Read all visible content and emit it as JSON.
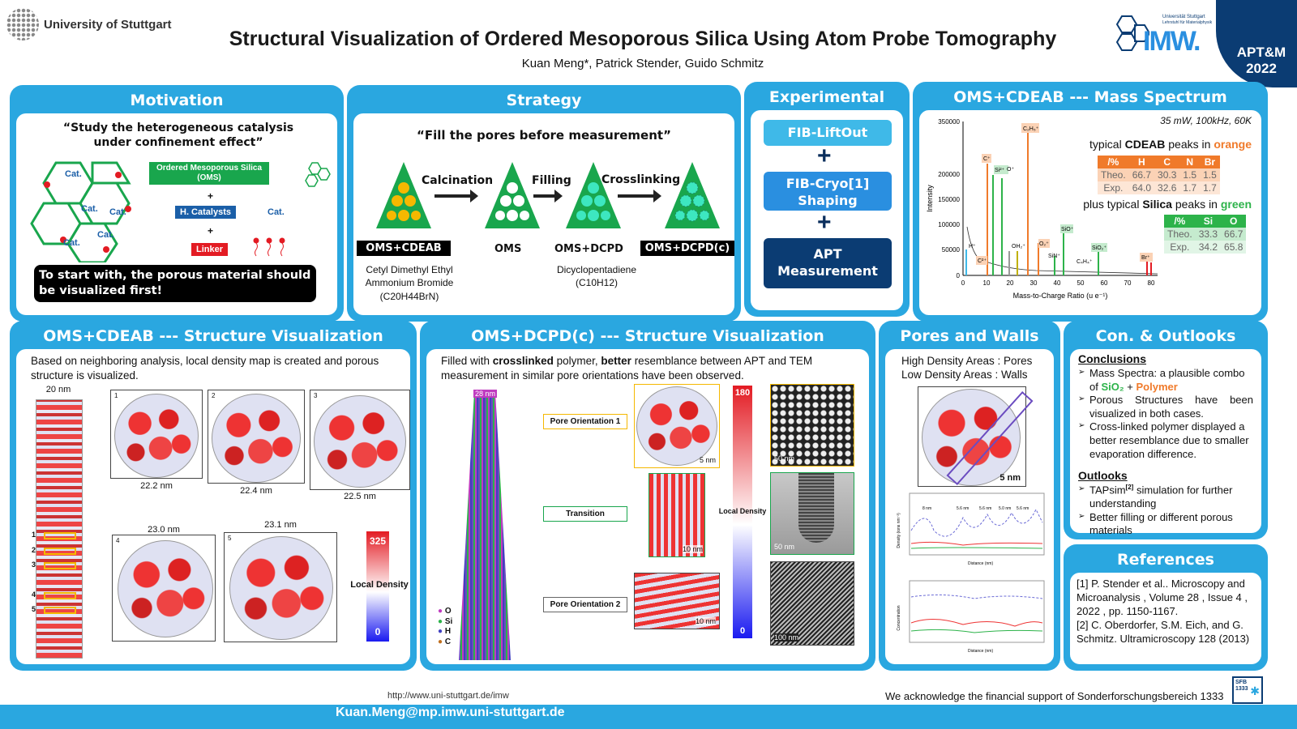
{
  "header": {
    "university": "University of Stuttgart",
    "title": "Structural Visualization of Ordered Mesoporous Silica Using Atom Probe Tomography",
    "authors": "Kuan Meng*, Patrick Stender, Guido Schmitz",
    "imw_logo_line1": "Universität Stuttgart",
    "imw_logo_line2": "Lehrstuhl für Materialphysik",
    "imw_logo_text": "IMW.",
    "conference": "APT&M 2022"
  },
  "motivation": {
    "title": "Motivation",
    "quote": "“Study the heterogeneous catalysis under confinement effect”",
    "oms_label": "Ordered Mesoporous Silica (OMS)",
    "plus1": "+",
    "catalysts_label": "H. Catalysts",
    "cat_label": "Cat.",
    "plus2": "+",
    "linker_label": "Linker",
    "hex_cat_labels": [
      "Cat.",
      "Cat.",
      "Cat.",
      "Cat.",
      "Cat."
    ],
    "callout": "To start with, the porous material should be visualized first!"
  },
  "strategy": {
    "title": "Strategy",
    "quote": "“Fill the pores before measurement”",
    "steps": [
      "Calcination",
      "Filling",
      "Crosslinking"
    ],
    "stages": [
      "OMS+CDEAB",
      "OMS",
      "OMS+DCPD",
      "OMS+DCPD(c)"
    ],
    "cdeab_desc": "Cetyl Dimethyl Ethyl Ammonium Bromide",
    "cdeab_formula": "(C20H44BrN)",
    "dcpd_desc": "Dicyclopentadiene",
    "dcpd_formula": "(C10H12)"
  },
  "experimental": {
    "title": "Experimental",
    "boxes": [
      "FIB-LiftOut",
      "FIB-Cryo[1] Shaping",
      "APT Measurement"
    ],
    "plus": "+",
    "colors": [
      "#3fb9e8",
      "#2a8fe0",
      "#0b3c73"
    ]
  },
  "mass_spectrum": {
    "title": "OMS+CDEAB --- Mass Spectrum",
    "conditions": "35 mW, 100kHz, 60K",
    "cdeab_caption_pre": "typical",
    "cdeab_caption_bold": "CDEAB",
    "cdeab_caption_mid": "peaks in",
    "cdeab_caption_color": "orange",
    "silica_caption_pre": "plus typical",
    "silica_caption_bold": "Silica",
    "silica_caption_mid": "peaks in",
    "silica_caption_color": "green",
    "cdeab_table": {
      "headers": [
        "/%",
        "H",
        "C",
        "N",
        "Br"
      ],
      "rows": [
        [
          "Theo.",
          "66.7",
          "30.3",
          "1.5",
          "1.5"
        ],
        [
          "Exp.",
          "64.0",
          "32.6",
          "1.7",
          "1.7"
        ]
      ]
    },
    "silica_table": {
      "headers": [
        "/%",
        "Si",
        "O"
      ],
      "rows": [
        [
          "Theo.",
          "33.3",
          "66.7"
        ],
        [
          "Exp.",
          "34.2",
          "65.8"
        ]
      ]
    },
    "ylabel": "Intensity",
    "xlabel": "Mass-to-Charge Ratio (u e⁻¹)",
    "yticks": [
      "350000",
      "200000",
      "150000",
      "100000",
      "50000",
      "0"
    ],
    "xticks": [
      "0",
      "10",
      "20",
      "30",
      "40",
      "50",
      "60",
      "70",
      "80"
    ],
    "peak_labels": [
      "C₂H₅⁺",
      "C⁺",
      "Si²⁺",
      "O⁺",
      "H⁺",
      "OH₂⁺",
      "O₂⁺",
      "SiO⁺",
      "SiN⁺",
      "C₄H₄⁺",
      "SiO₂⁺",
      "C²⁺",
      "Br⁺"
    ],
    "orange": "#f07a2a",
    "green": "#2db34a"
  },
  "cdeab_structure": {
    "title": "OMS+CDEAB --- Structure Visualization",
    "desc": "Based on neighboring analysis, local density map is created and porous structure is visualized.",
    "top_width": "20 nm",
    "slice_numbers": [
      "1",
      "2",
      "3",
      "4",
      "5"
    ],
    "dims": [
      "22.2 nm",
      "22.4 nm",
      "22.5 nm",
      "23.0 nm",
      "23.1 nm"
    ],
    "colorbar_max": "325",
    "colorbar_min": "0",
    "colorbar_label": "Local Density"
  },
  "dcpd_structure": {
    "title": "OMS+DCPD(c) --- Structure Visualization",
    "desc_pre": "Filled with",
    "desc_bold1": "crosslinked",
    "desc_mid": "polymer,",
    "desc_bold2": "better",
    "desc_post": "resemblance between APT and TEM measurement in similar pore orientations have been observed.",
    "tip_label": "28 nm",
    "legend": [
      "O",
      "Si",
      "H",
      "C"
    ],
    "legend_colors": [
      "#c03cc0",
      "#2db34a",
      "#4040c0",
      "#c07020"
    ],
    "callouts": [
      "Pore Orientation 1",
      "Transition",
      "Pore Orientation 2"
    ],
    "scale_labels": [
      "5 nm",
      "10 nm",
      "10 nm"
    ],
    "tem_scales": [
      "50 nm",
      "50 nm",
      "100 nm"
    ],
    "colorbar_max": "180",
    "colorbar_min": "0",
    "colorbar_label": "Local Density"
  },
  "pores_walls": {
    "title": "Pores and Walls",
    "line1": "High Density Areas : Pores",
    "line2": "Low Density Areas : Walls",
    "scale": "5 nm",
    "plot1_annotations": [
      "8 nm",
      "5.6 nm",
      "5.6 nm",
      "5.0 nm",
      "5.6 nm"
    ],
    "xlabel": "Distance (nm)",
    "plot1_ylabel": "Density (ions nm⁻³)",
    "plot2_ylabel": "Concentration"
  },
  "conclusions": {
    "title": "Con. & Outlooks",
    "conclusions_heading": "Conclusions",
    "c1_pre": "Mass Spectra: a plausible combo of",
    "c1_sio2": "SiO₂",
    "c1_plus": "+",
    "c1_polymer": "Polymer",
    "c2": "Porous Structures have been visualized in both cases.",
    "c3": "Cross-linked polymer displayed a better resemblance due to smaller evaporation difference.",
    "outlooks_heading": "Outlooks",
    "o1_pre": "TAPsim",
    "o1_sup": "[2]",
    "o1_post": "simulation for further understanding",
    "o2": "Better filling or different porous materials"
  },
  "references": {
    "title": "References",
    "ref1": "[1] P. Stender et al.. Microscopy and Microanalysis , Volume 28 , Issue 4 , 2022 , pp. 1150-1167.",
    "ref2": "[2] C. Oberdorfer, S.M. Eich, and G. Schmitz. Ultramicroscopy 128 (2013)"
  },
  "footer": {
    "url": "http://www.uni-stuttgart.de/imw",
    "email": "Kuan.Meng@mp.imw.uni-stuttgart.de",
    "acknowledgement": "We acknowledge the financial support of Sonderforschungsbereich 1333",
    "sfb_label": "SFB 1333"
  },
  "colors": {
    "panel_blue": "#2aa7e0",
    "title_navy": "#0b3c73"
  }
}
